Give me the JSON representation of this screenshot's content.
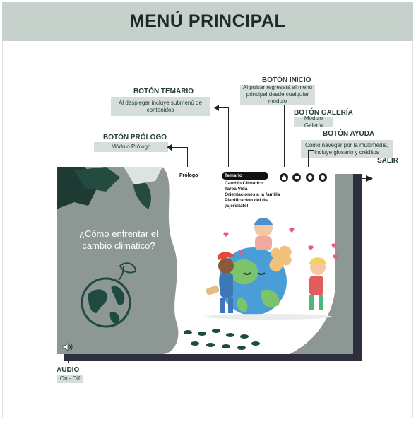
{
  "header": {
    "title": "MENÚ PRINCIPAL"
  },
  "annotations": {
    "temario": {
      "title": "BOTÓN TEMARIO",
      "description": "Al desplegar incluye submenú de contenidos"
    },
    "prologo": {
      "title": "BOTÓN PRÓLOGO",
      "description": "Módulo Prólogo"
    },
    "inicio": {
      "title": "BOTÓN INICIO",
      "description": "Al pulsar regresará al menú principal desde cualquier módulo"
    },
    "galeria": {
      "title": "BOTÓN GALERÍA",
      "description": "Módulo Galería"
    },
    "ayuda": {
      "title": "BOTÓN AYUDA",
      "description": "Cómo navegar por la multimedia, incluye glosario y créditos"
    },
    "salir": {
      "title": "SALIR"
    },
    "audio": {
      "title": "AUDIO",
      "description": "On - Off"
    }
  },
  "screen": {
    "prologo_label": "Prólogo",
    "menu": [
      "Temario",
      "Cambio Climático",
      "Tarea Vida",
      "Orientaciones a la familia",
      "Planificación del día",
      "¡Ejercítate!"
    ],
    "question": "¿Cómo enfrentar el cambio climático?"
  },
  "icons": {
    "inicio": "home-icon",
    "galeria": "gallery-icon",
    "ayuda": "help-icon",
    "salir": "exit-icon",
    "audio": "speaker-icon"
  },
  "colors": {
    "header_bg": "#c6d1cc",
    "label_bg": "#d6dedb",
    "screen_panel": "#8d9894",
    "dark_green": "#1e4a42",
    "globe_blue": "#4a9ed8"
  }
}
